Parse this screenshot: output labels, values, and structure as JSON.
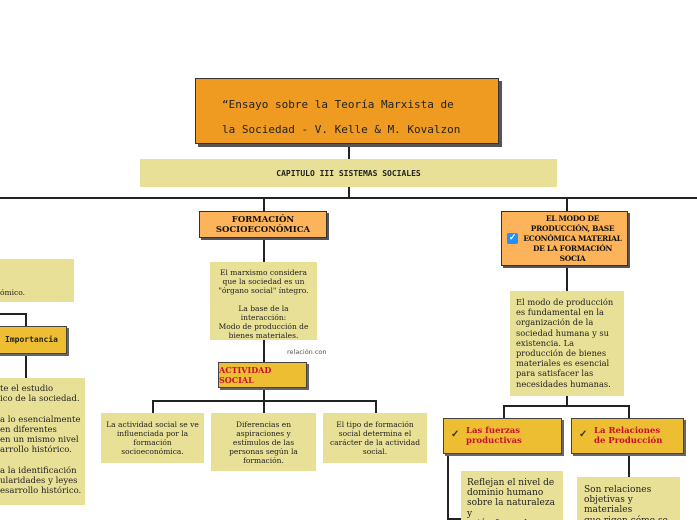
{
  "title": {
    "line1": "“Ensayo sobre la Teoría Marxista de",
    "line2": "la Sociedad - V. Kelle & M. Kovalzon"
  },
  "chapter": "CAPITULO III SISTEMAS SOCIALES",
  "formacion": {
    "label": "FORMACIÓN SOCIOECONÓMICA",
    "note": "El marxismo considera\nque la sociedad es un\n\"órgano social\" íntegro.\n\nLa base de la interacción:\nModo de producción de\nbienes materiales."
  },
  "relation_label": "relación con",
  "actividad": {
    "label": "ACTIVIDAD SOCIAL",
    "notes": [
      "La actividad social se ve\ninfluenciada por la\nformación\nsocioeconómica.",
      "Diferencias en\naspiraciones y\nestímulos de las\npersonas según la\nformación.",
      "El tipo de formación\nsocial determina el\ncarácter de la actividad\nsocial."
    ]
  },
  "left": {
    "top_note": "ómico.",
    "importancia": "Importancia",
    "note": "te el estudio\nico de la sociedad.\n\na lo esencialmente\nen diferentes\nen un mismo nivel\narrollo histórico.\n\na la identificación\nularidades y leyes\nesarrollo histórico."
  },
  "modo": {
    "label": "EL MODO DE PRODUCCIÓN, BASE ECONÓMICA MATERIAL DE LA FORMACIÓN SOCIA",
    "note": "El modo de producción\nes fundamental en la\norganización de la\nsociedad humana y su\nexistencia. La\nproducción de bienes\nmateriales es esencial\npara satisfacer las\nnecesidades humanas."
  },
  "fuerzas": {
    "label": "Las fuerzas productivas",
    "note": "Reflejan el nivel de\ndominio humano\nsobre la naturaleza y\nestán formadas por"
  },
  "relaciones": {
    "label": "La Relaciones de Producción",
    "note": "Son relaciones\nobjetivas y materiales\nque rigen cómo se\nlleva a cabo la"
  }
}
